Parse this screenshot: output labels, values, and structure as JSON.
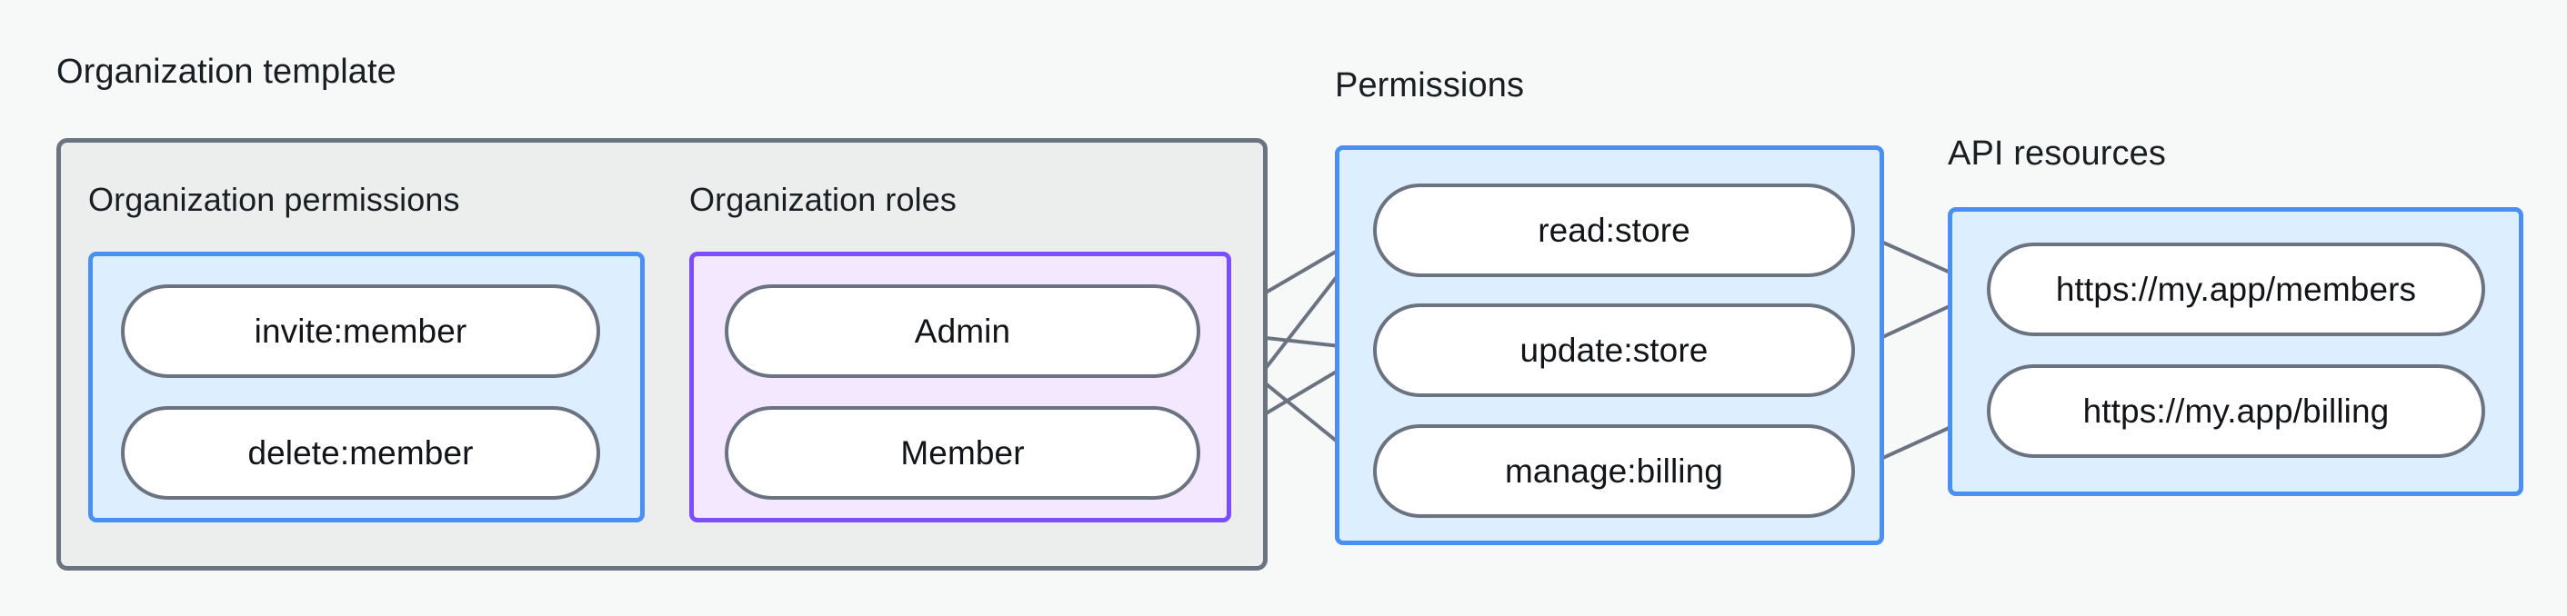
{
  "diagram": {
    "title": "Organization template",
    "background_color": "#f7f8f8",
    "groups": [
      {
        "id": "org-template",
        "label": "Organization template",
        "style": "outer-gray",
        "border_color": "#6b7280",
        "fill_color": "#eceeee"
      },
      {
        "id": "org-permissions",
        "label": "Organization permissions",
        "style": "blue",
        "border_color": "#4a90f4",
        "fill_color": "#ddeeff"
      },
      {
        "id": "org-roles",
        "label": "Organization roles",
        "style": "purple",
        "border_color": "#7b4dff",
        "fill_color": "#f3e8ff"
      },
      {
        "id": "permissions",
        "label": "Permissions",
        "style": "blue",
        "border_color": "#4a90f4",
        "fill_color": "#ddeeff"
      },
      {
        "id": "api-resources",
        "label": "API resources",
        "style": "blue",
        "border_color": "#4a90f4",
        "fill_color": "#ddeeff"
      }
    ],
    "nodes": {
      "org_permissions": [
        {
          "id": "invite-member",
          "label": "invite:member"
        },
        {
          "id": "delete-member",
          "label": "delete:member"
        }
      ],
      "org_roles": [
        {
          "id": "admin",
          "label": "Admin"
        },
        {
          "id": "member",
          "label": "Member"
        }
      ],
      "permissions": [
        {
          "id": "read-store",
          "label": "read:store"
        },
        {
          "id": "update-store",
          "label": "update:store"
        },
        {
          "id": "manage-billing",
          "label": "manage:billing"
        }
      ],
      "api_resources": [
        {
          "id": "members-url",
          "label": "https://my.app/members"
        },
        {
          "id": "billing-url",
          "label": "https://my.app/billing"
        }
      ]
    },
    "edges": [
      {
        "from": "invite-member",
        "to": "admin"
      },
      {
        "from": "invite-member",
        "to": "member"
      },
      {
        "from": "delete-member",
        "to": "member"
      },
      {
        "from": "admin",
        "to": "read-store"
      },
      {
        "from": "admin",
        "to": "update-store"
      },
      {
        "from": "admin",
        "to": "manage-billing"
      },
      {
        "from": "member",
        "to": "read-store"
      },
      {
        "from": "member",
        "to": "update-store"
      },
      {
        "from": "read-store",
        "to": "members-url"
      },
      {
        "from": "update-store",
        "to": "members-url"
      },
      {
        "from": "manage-billing",
        "to": "billing-url"
      }
    ],
    "edge_color": "#6b7280"
  }
}
